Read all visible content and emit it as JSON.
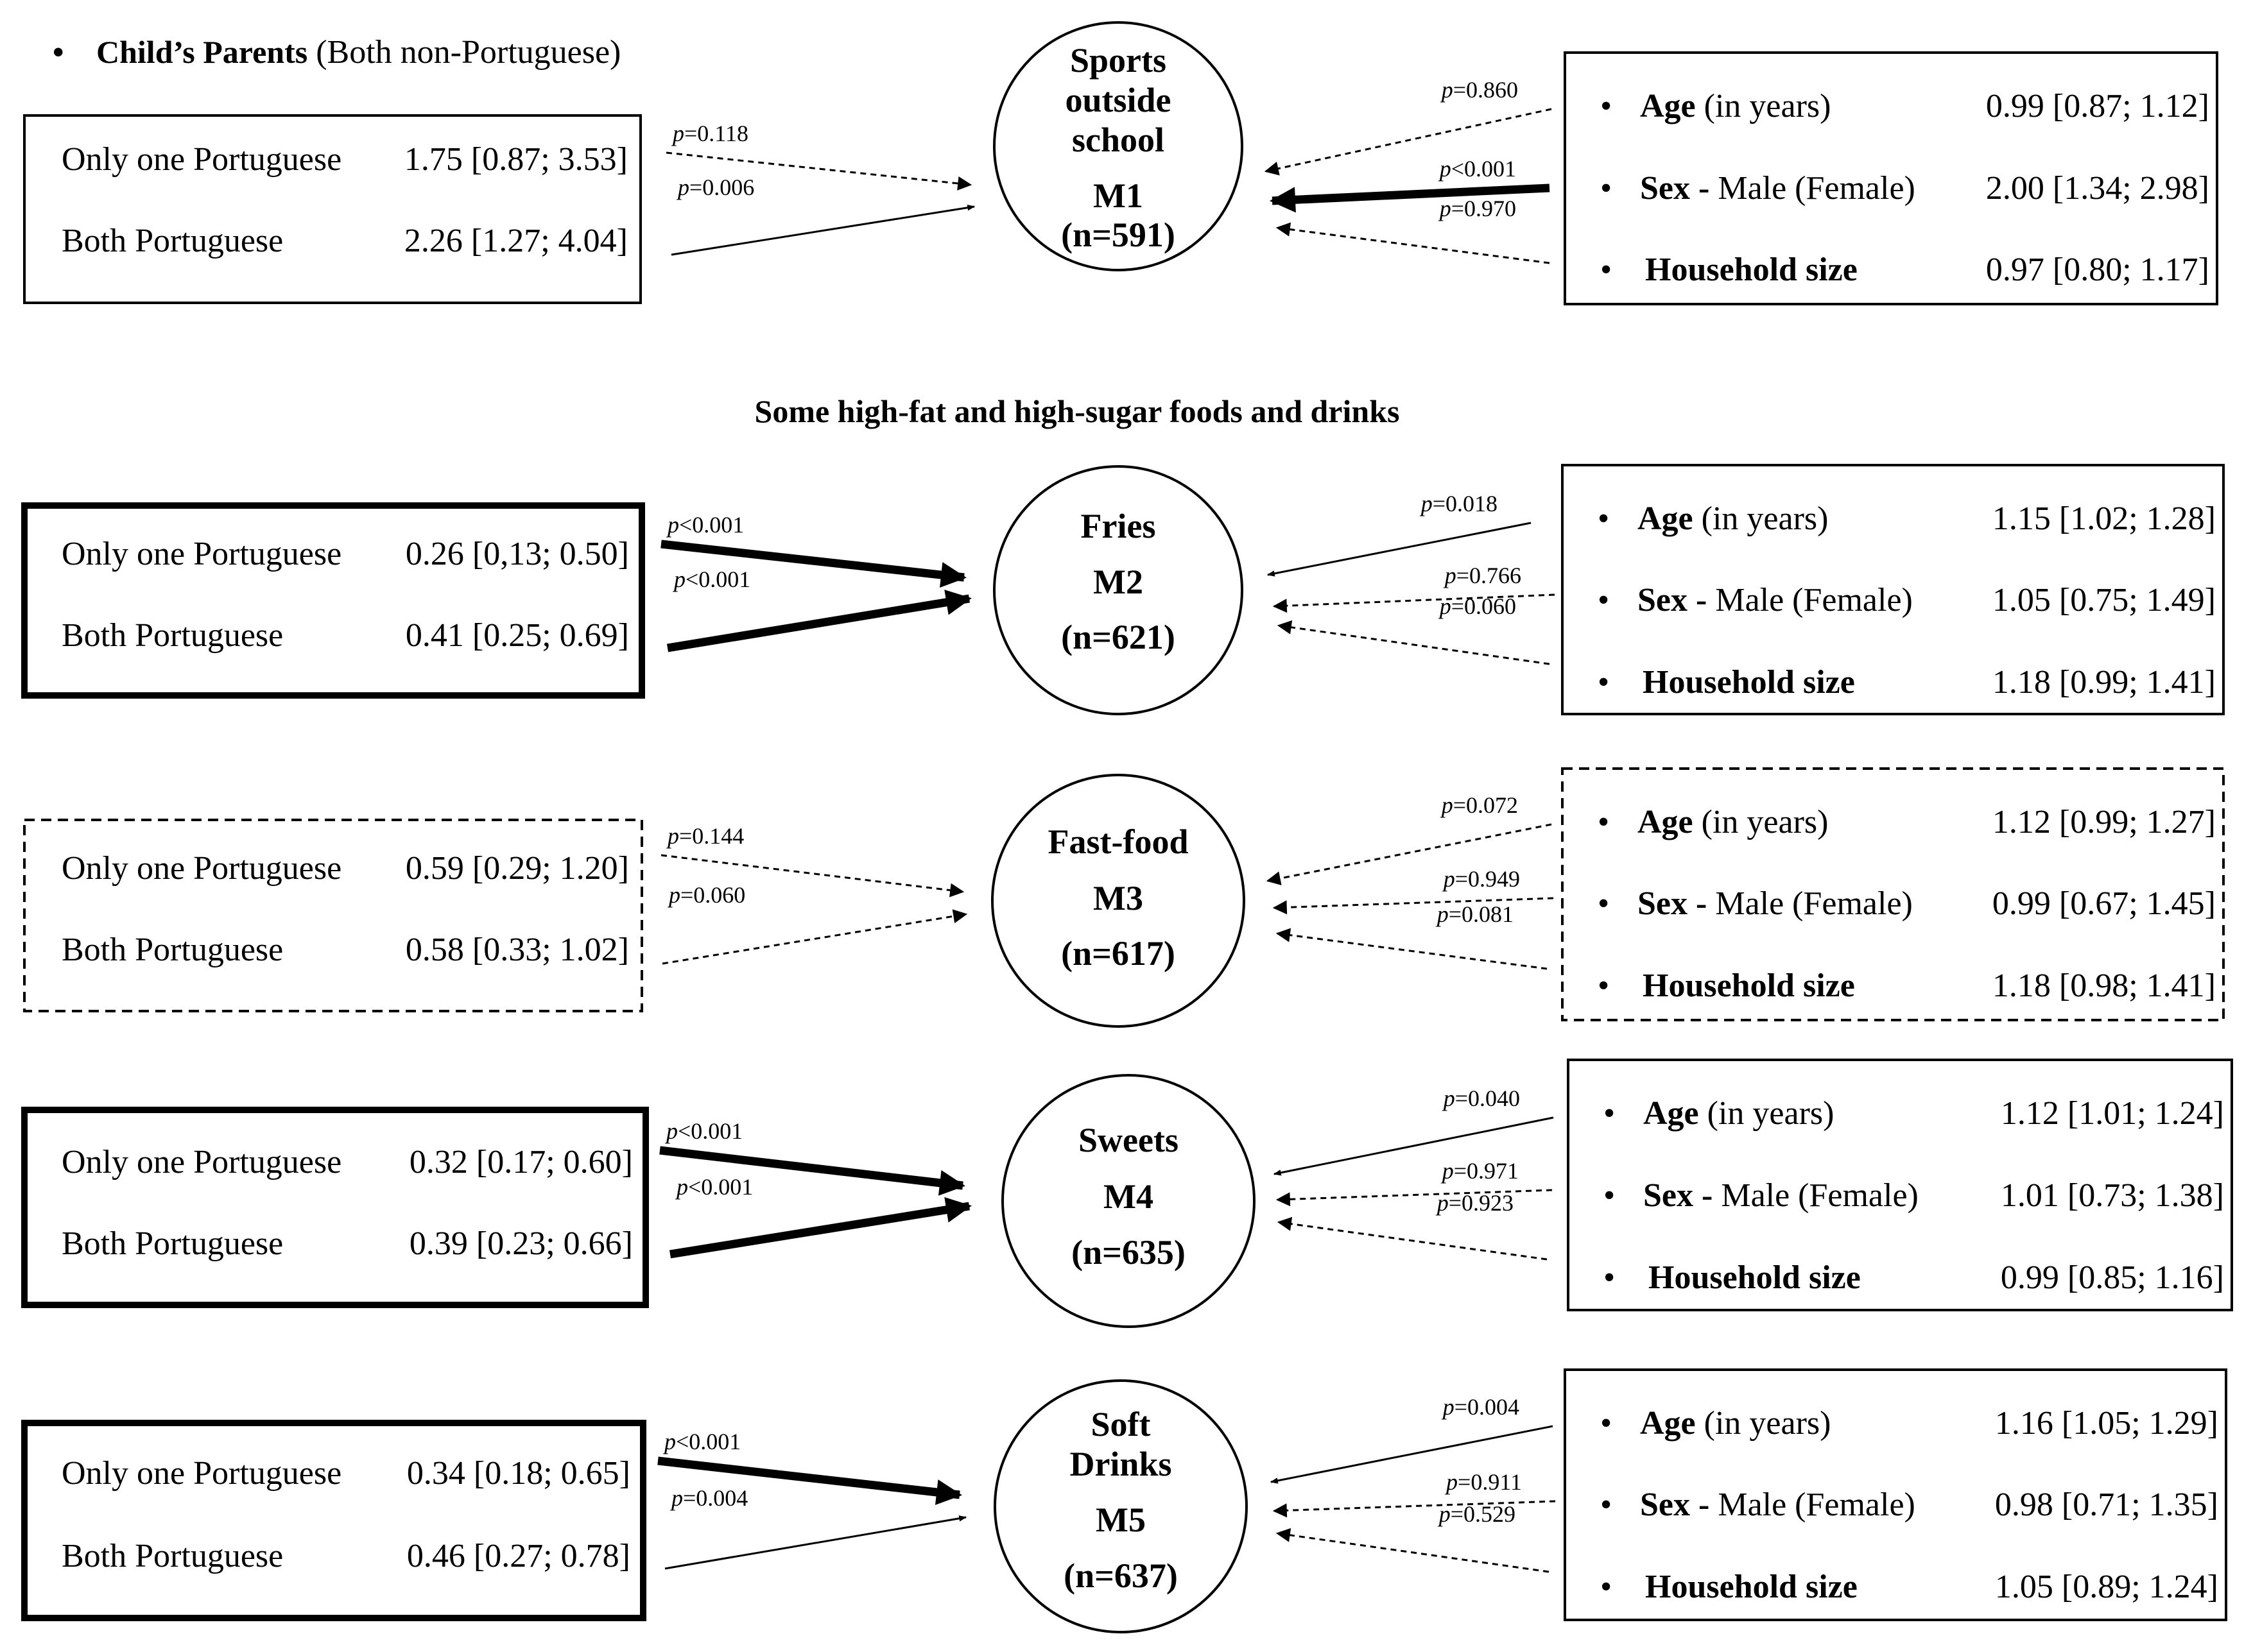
{
  "header": {
    "bullet": "•",
    "bold": "Child’s Parents",
    "normal": " (Both non-Portuguese)"
  },
  "section_title": "Some high-fat and high-sugar foods and drinks",
  "p_prefix": "p",
  "models": [
    {
      "node_lines": [
        "Sports",
        "outside",
        "school",
        "M1",
        "(n=591)"
      ],
      "left_style": "thin",
      "left": [
        {
          "label": "Only one Portuguese",
          "value": "1.75 [0.87; 3.53]",
          "p": "=0.118",
          "arrow": "dashed"
        },
        {
          "label": "Both Portuguese",
          "value": "2.26 [1.27; 4.04]",
          "p": "=0.006",
          "arrow": "thin"
        }
      ],
      "right_style": "thin",
      "right": [
        {
          "bold": "Age",
          "normal": " (in years)",
          "value": "0.99 [0.87; 1.12]",
          "p": "=0.860",
          "arrow": "dashed"
        },
        {
          "bold": "Sex -",
          "normal": "  Male (Female)",
          "value": "2.00 [1.34; 2.98]",
          "p": "<0.001",
          "arrow": "bold"
        },
        {
          "bold": "Household size",
          "normal": "",
          "value": "0.97 [0.80; 1.17]",
          "p": "=0.970",
          "arrow": "dashed"
        }
      ]
    },
    {
      "node_lines": [
        "Fries",
        "M2",
        "(n=621)"
      ],
      "left_style": "bold",
      "left": [
        {
          "label": "Only one Portuguese",
          "value": "0.26 [0,13; 0.50]",
          "p": "<0.001",
          "arrow": "bold"
        },
        {
          "label": "Both Portuguese",
          "value": "0.41 [0.25; 0.69]",
          "p": "<0.001",
          "arrow": "bold"
        }
      ],
      "right_style": "thin",
      "right": [
        {
          "bold": "Age",
          "normal": " (in years)",
          "value": "1.15 [1.02; 1.28]",
          "p": "=0.018",
          "arrow": "thin"
        },
        {
          "bold": "Sex -",
          "normal": "  Male (Female)",
          "value": "1.05 [0.75; 1.49]",
          "p": "=0.766",
          "arrow": "dashed"
        },
        {
          "bold": "Household size",
          "normal": "",
          "value": "1.18 [0.99; 1.41]",
          "p": "=0.060",
          "arrow": "dashed"
        }
      ]
    },
    {
      "node_lines": [
        "Fast-food",
        "M3",
        "(n=617)"
      ],
      "left_style": "dashed",
      "left": [
        {
          "label": "Only one Portuguese",
          "value": "0.59 [0.29; 1.20]",
          "p": "=0.144",
          "arrow": "dashed"
        },
        {
          "label": "Both Portuguese",
          "value": "0.58 [0.33; 1.02]",
          "p": "=0.060",
          "arrow": "dashed"
        }
      ],
      "right_style": "dashed",
      "right": [
        {
          "bold": "Age",
          "normal": " (in years)",
          "value": "1.12 [0.99; 1.27]",
          "p": "=0.072",
          "arrow": "dashed"
        },
        {
          "bold": "Sex -",
          "normal": "  Male (Female)",
          "value": "0.99 [0.67; 1.45]",
          "p": "=0.949",
          "arrow": "dashed"
        },
        {
          "bold": "Household size",
          "normal": "",
          "value": "1.18 [0.98; 1.41]",
          "p": "=0.081",
          "arrow": "dashed"
        }
      ]
    },
    {
      "node_lines": [
        "Sweets",
        "M4",
        "(n=635)"
      ],
      "left_style": "bold",
      "left": [
        {
          "label": "Only one Portuguese",
          "value": "0.32 [0.17; 0.60]",
          "p": "<0.001",
          "arrow": "bold"
        },
        {
          "label": "Both Portuguese",
          "value": "0.39 [0.23; 0.66]",
          "p": "<0.001",
          "arrow": "bold"
        }
      ],
      "right_style": "thin",
      "right": [
        {
          "bold": "Age",
          "normal": " (in years)",
          "value": "1.12 [1.01; 1.24]",
          "p": "=0.040",
          "arrow": "thin"
        },
        {
          "bold": "Sex -",
          "normal": "  Male (Female)",
          "value": "1.01 [0.73; 1.38]",
          "p": "=0.971",
          "arrow": "dashed"
        },
        {
          "bold": "Household size",
          "normal": "",
          "value": "0.99 [0.85; 1.16]",
          "p": "=0.923",
          "arrow": "dashed"
        }
      ]
    },
    {
      "node_lines": [
        "Soft",
        "Drinks",
        "M5",
        "(n=637)"
      ],
      "left_style": "bold",
      "left": [
        {
          "label": "Only one Portuguese",
          "value": "0.34 [0.18; 0.65]",
          "p": "<0.001",
          "arrow": "bold"
        },
        {
          "label": "Both Portuguese",
          "value": "0.46 [0.27; 0.78]",
          "p": "=0.004",
          "arrow": "thin"
        }
      ],
      "right_style": "thin",
      "right": [
        {
          "bold": "Age",
          "normal": " (in years)",
          "value": "1.16 [1.05; 1.29]",
          "p": "=0.004",
          "arrow": "thin"
        },
        {
          "bold": "Sex -",
          "normal": "  Male (Female)",
          "value": "0.98 [0.71; 1.35]",
          "p": "=0.911",
          "arrow": "dashed"
        },
        {
          "bold": "Household size",
          "normal": "",
          "value": "1.05 [0.89; 1.24]",
          "p": "=0.529",
          "arrow": "dashed"
        }
      ]
    }
  ]
}
